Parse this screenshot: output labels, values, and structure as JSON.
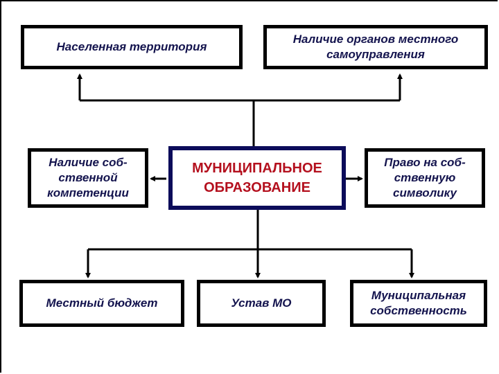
{
  "diagram": {
    "center": {
      "label": "МУНИЦИПАЛЬНОЕ\nОБРАЗОВАНИЕ",
      "text_color": "#b4101e",
      "border_color": "#0c0c5a"
    },
    "nodes": [
      {
        "id": "territory",
        "label": "Населенная территория"
      },
      {
        "id": "self_government",
        "label": "Наличие органов местного\nсамоуправления"
      },
      {
        "id": "competence",
        "label": "Наличие соб-\nственной\nкомпетенции"
      },
      {
        "id": "symbols",
        "label": "Право на соб-\nственную\nсимволику"
      },
      {
        "id": "budget",
        "label": "Местный бюджет"
      },
      {
        "id": "charter",
        "label": "Устав МО"
      },
      {
        "id": "property",
        "label": "Муниципальная\nсобственность"
      }
    ],
    "text_color": "#14144e"
  }
}
